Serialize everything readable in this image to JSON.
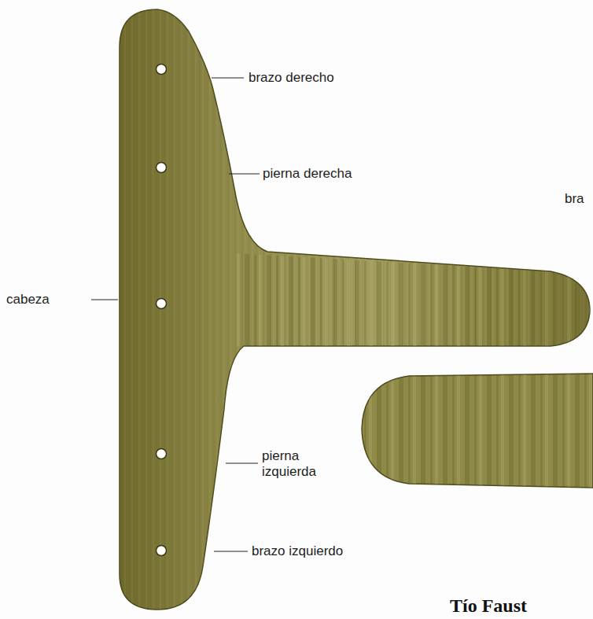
{
  "diagram": {
    "labels": [
      "brazo derecho",
      "pierna derecha",
      "cabeza",
      "pierna izquierda",
      "brazo izquierdo",
      "bra",
      "Tío Faust"
    ]
  }
}
